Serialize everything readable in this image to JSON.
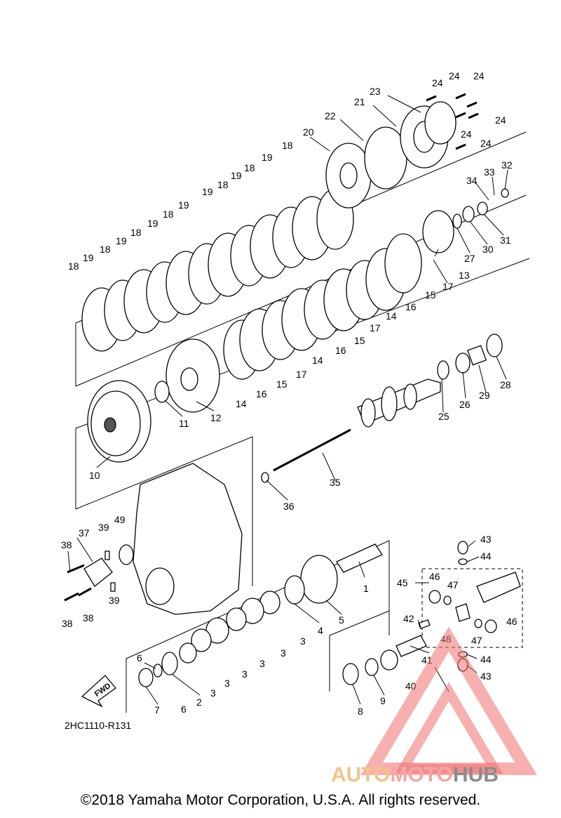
{
  "diagram_code": "2HC1110-R131",
  "fwd_label": "FWD",
  "copyright": "©2018 Yamaha Motor Corporation, U.S.A. All rights reserved.",
  "watermark": {
    "part1": "AUTO",
    "part2": "MOTO",
    "part3": "HUB",
    "colors": {
      "part1": "#f2c48a",
      "part2": "#f4a6a6",
      "part3": "#8c8c8c",
      "triangle": "#f07070"
    }
  },
  "callouts": {
    "c1": "1",
    "c2": "2",
    "c3": "3",
    "c4": "4",
    "c5": "5",
    "c6": "6",
    "c7": "7",
    "c8": "8",
    "c9": "9",
    "c10": "10",
    "c11": "11",
    "c12": "12",
    "c13": "13",
    "c14": "14",
    "c15": "15",
    "c16": "16",
    "c17": "17",
    "c18": "18",
    "c19": "19",
    "c20": "20",
    "c21": "21",
    "c22": "22",
    "c23": "23",
    "c24": "24",
    "c25": "25",
    "c26": "26",
    "c27": "27",
    "c28": "28",
    "c29": "29",
    "c30": "30",
    "c31": "31",
    "c32": "32",
    "c33": "33",
    "c34": "34",
    "c35": "35",
    "c36": "36",
    "c37": "37",
    "c38": "38",
    "c39": "39",
    "c40": "40",
    "c41": "41",
    "c42": "42",
    "c43": "43",
    "c44": "44",
    "c45": "45",
    "c46": "46",
    "c47": "47",
    "c48": "48",
    "c49": "49"
  }
}
